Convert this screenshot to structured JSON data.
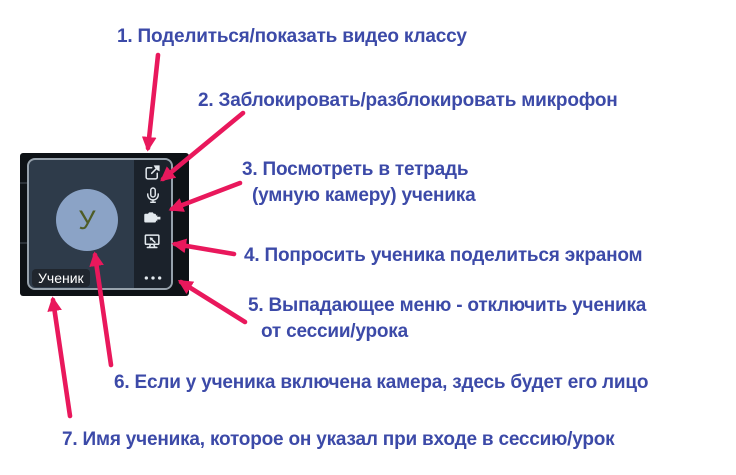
{
  "annotations": [
    {
      "id": 1,
      "lines": [
        "1. Поделиться/показать видео классу"
      ]
    },
    {
      "id": 2,
      "lines": [
        "2. Заблокировать/разблокировать микрофон"
      ]
    },
    {
      "id": 3,
      "lines": [
        "3. Посмотреть в тетрадь",
        "(умную камеру) ученика"
      ]
    },
    {
      "id": 4,
      "lines": [
        "4. Попросить ученика поделиться экраном"
      ]
    },
    {
      "id": 5,
      "lines": [
        "5. Выпадающее меню - отключить ученика",
        "от сессии/урока"
      ]
    },
    {
      "id": 6,
      "lines": [
        "6. Если у ученика включена камера, здесь будет его лицо"
      ]
    },
    {
      "id": 7,
      "lines": [
        "7. Имя ученика, которое он указал при входе в сессию/урок"
      ]
    }
  ],
  "tile": {
    "avatar_initial": "У",
    "name_label": "Ученик",
    "toolbar_icons": [
      "external-link-icon",
      "microphone-icon",
      "document-camera-icon",
      "screen-share-icon",
      "ellipsis-icon"
    ]
  },
  "colors": {
    "annotation_text": "#3c4aa8",
    "arrow": "#e9185c",
    "frame_background": "#0e1216",
    "tile_background": "#2e3b4a",
    "toolbar_background": "#1b222b",
    "tile_border": "#97a2ac",
    "avatar_background": "#8ba3c6",
    "avatar_letter": "#4e5c26",
    "name_badge_background": "#20262e",
    "name_badge_text": "#ffffff",
    "icon_color": "#e3e9ee"
  }
}
